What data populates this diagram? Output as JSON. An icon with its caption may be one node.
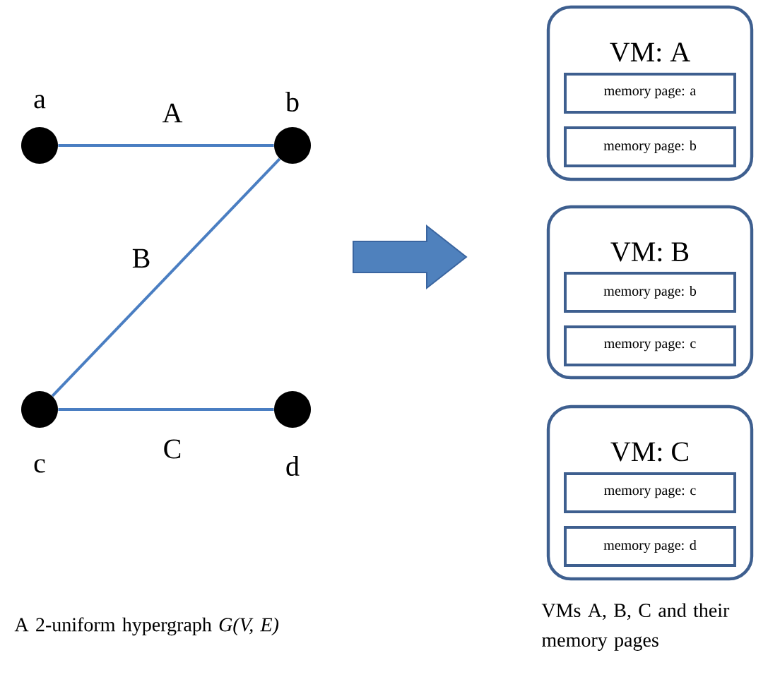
{
  "diagram": {
    "nodes": [
      {
        "text": [],
        "shape": "circle",
        "beside": [
          "a"
        ]
      },
      {
        "text": [],
        "shape": "circle",
        "beside": [
          "b"
        ]
      },
      {
        "text": [],
        "shape": "circle",
        "beside": [
          "c"
        ]
      },
      {
        "text": [],
        "shape": "circle",
        "beside": [
          "d"
        ]
      },
      {
        "text": [
          "VM: A"
        ]
      },
      {
        "text": [
          "memory page: a"
        ],
        "in": 4
      },
      {
        "text": [
          "memory page: b"
        ],
        "in": 4
      },
      {
        "text": [
          "VM: B"
        ]
      },
      {
        "text": [
          "memory page: b"
        ],
        "in": 7
      },
      {
        "text": [
          "memory page: c"
        ],
        "in": 7
      },
      {
        "text": [
          "VM: C"
        ]
      },
      {
        "text": [
          "memory page: c"
        ],
        "in": 10
      },
      {
        "text": [
          "memory page: d"
        ],
        "in": 10
      }
    ],
    "edges": [
      {
        "from": 0,
        "to": 1,
        "arrow": "none",
        "label": "A"
      },
      {
        "from": 1,
        "to": 2,
        "arrow": "none",
        "label": "B"
      },
      {
        "from": 2,
        "to": 3,
        "arrow": "none",
        "label": "C"
      }
    ],
    "labels": [
      "A 2-uniform hypergraph *G(V, E)*",
      "VMs A, B, C and their memory pages"
    ]
  }
}
